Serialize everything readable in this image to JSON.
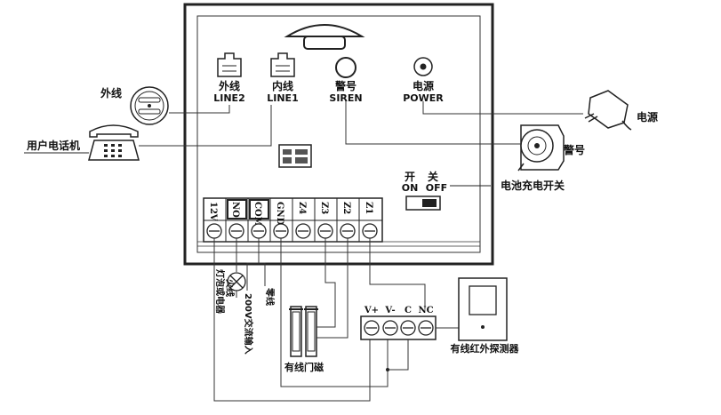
{
  "board": {
    "line2": {
      "cn": "外线",
      "en": "LINE2"
    },
    "line1": {
      "cn": "内线",
      "en": "LINE1"
    },
    "siren": {
      "cn": "警号",
      "en": "SIREN"
    },
    "power": {
      "cn": "电源",
      "en": "POWER"
    },
    "switch": {
      "on_cn": "开",
      "off_cn": "关",
      "on_en": "ON",
      "off_en": "OFF"
    },
    "terminals": [
      "12V",
      "NO",
      "COM",
      "GND",
      "Z4",
      "Z3",
      "Z2",
      "Z1"
    ]
  },
  "external": {
    "outer_line": "外线",
    "user_phone": "用户电话机",
    "power_adapter": "电源",
    "siren": "警号",
    "battery_switch": "电池充电开关",
    "lamp_label_1": "灯泡或电器",
    "lamp_label_2": "火线",
    "ac_input": "200V交流输入",
    "neutral": "零线",
    "door_sensor": "有线门磁",
    "ir_detector": "有线红外探测器",
    "detector_terminals": [
      "V+",
      "V-",
      "C",
      "NC"
    ]
  }
}
